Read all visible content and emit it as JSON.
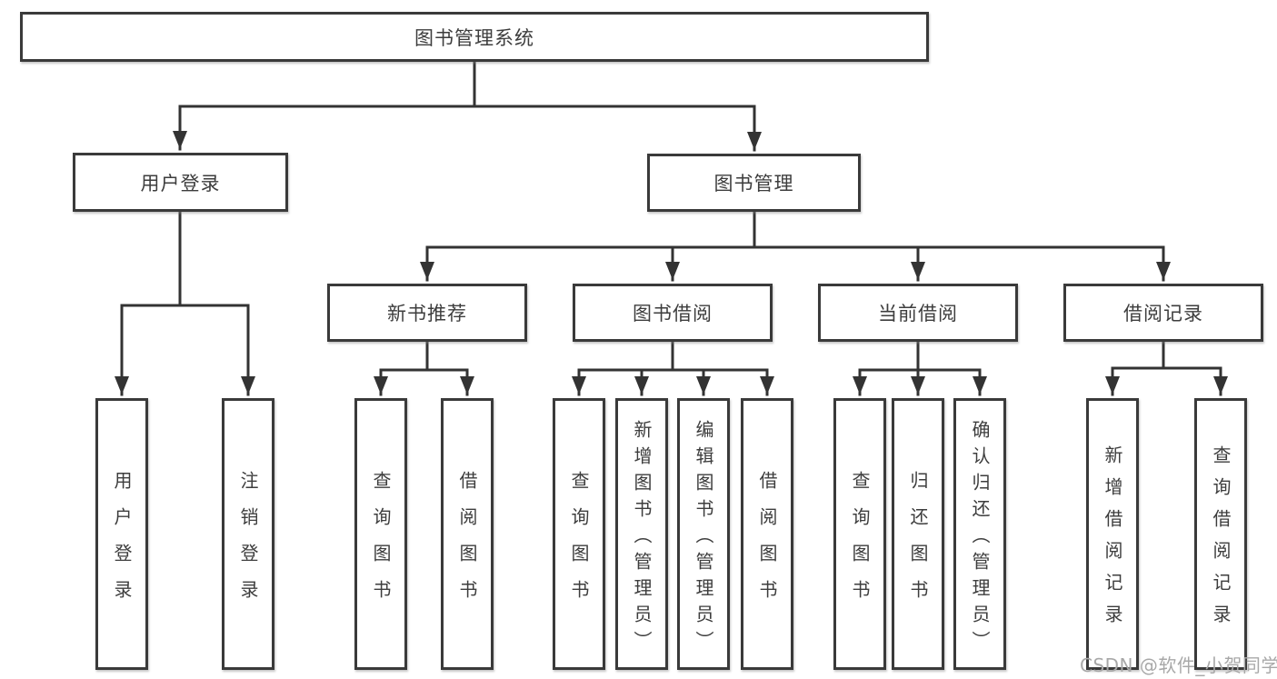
{
  "diagram": {
    "title": "图书管理系统",
    "root": {
      "label": "图书管理系统"
    },
    "level2": {
      "user_login": {
        "label": "用户登录"
      },
      "book_mgmt": {
        "label": "图书管理"
      }
    },
    "level3": {
      "new_book_rec": {
        "label": "新书推荐"
      },
      "book_borrow": {
        "label": "图书借阅"
      },
      "current_borrow": {
        "label": "当前借阅"
      },
      "borrow_record": {
        "label": "借阅记录"
      }
    },
    "leaves": {
      "user_login_leaf": {
        "label": "用户登录",
        "parent": "用户登录"
      },
      "logout": {
        "label": "注销登录",
        "parent": "用户登录"
      },
      "query_book_rec": {
        "label": "查询图书",
        "parent": "新书推荐"
      },
      "borrow_book_rec": {
        "label": "借阅图书",
        "parent": "新书推荐"
      },
      "query_book_borrow": {
        "label": "查询图书",
        "parent": "图书借阅"
      },
      "add_book": {
        "label": "新增图书（管理员）",
        "parent": "图书借阅"
      },
      "edit_book": {
        "label": "编辑图书（管理员）",
        "parent": "图书借阅"
      },
      "borrow_book": {
        "label": "借阅图书",
        "parent": "图书借阅"
      },
      "query_book_current": {
        "label": "查询图书",
        "parent": "当前借阅"
      },
      "return_book": {
        "label": "归还图书",
        "parent": "当前借阅"
      },
      "confirm_return": {
        "label": "确认归还（管理员）",
        "parent": "当前借阅"
      },
      "add_borrow_record": {
        "label": "新增借阅记录",
        "parent": "借阅记录"
      },
      "query_borrow_record": {
        "label": "查询借阅记录",
        "parent": "借阅记录"
      }
    }
  },
  "watermark": {
    "text": "CSDN @软件_小贺同学"
  },
  "colors": {
    "line": "#333333",
    "border": "#3a3a3a",
    "text": "#3d3d3d",
    "watermark": "#a8a8a8",
    "background": "#ffffff"
  }
}
